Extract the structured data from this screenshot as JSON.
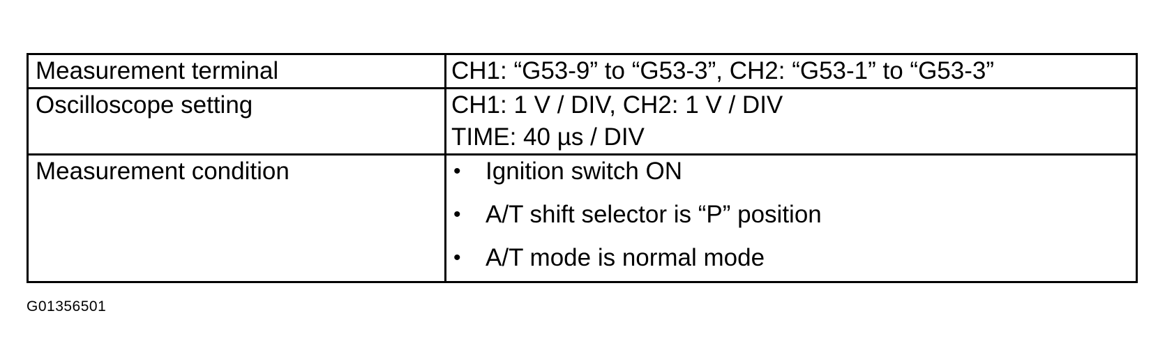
{
  "table": {
    "rows": [
      {
        "label": "Measurement terminal",
        "values": [
          "CH1: “G53-9” to “G53-3”, CH2: “G53-1” to “G53-3”"
        ]
      },
      {
        "label": "Oscilloscope setting",
        "values": [
          "CH1: 1 V / DIV, CH2: 1 V / DIV",
          "TIME: 40 µs / DIV"
        ]
      },
      {
        "label": "Measurement condition",
        "bullet": "•",
        "bullets": [
          "Ignition switch ON",
          "A/T shift selector is “P” position",
          "A/T mode is normal mode"
        ]
      }
    ]
  },
  "figure_id": "G01356501"
}
